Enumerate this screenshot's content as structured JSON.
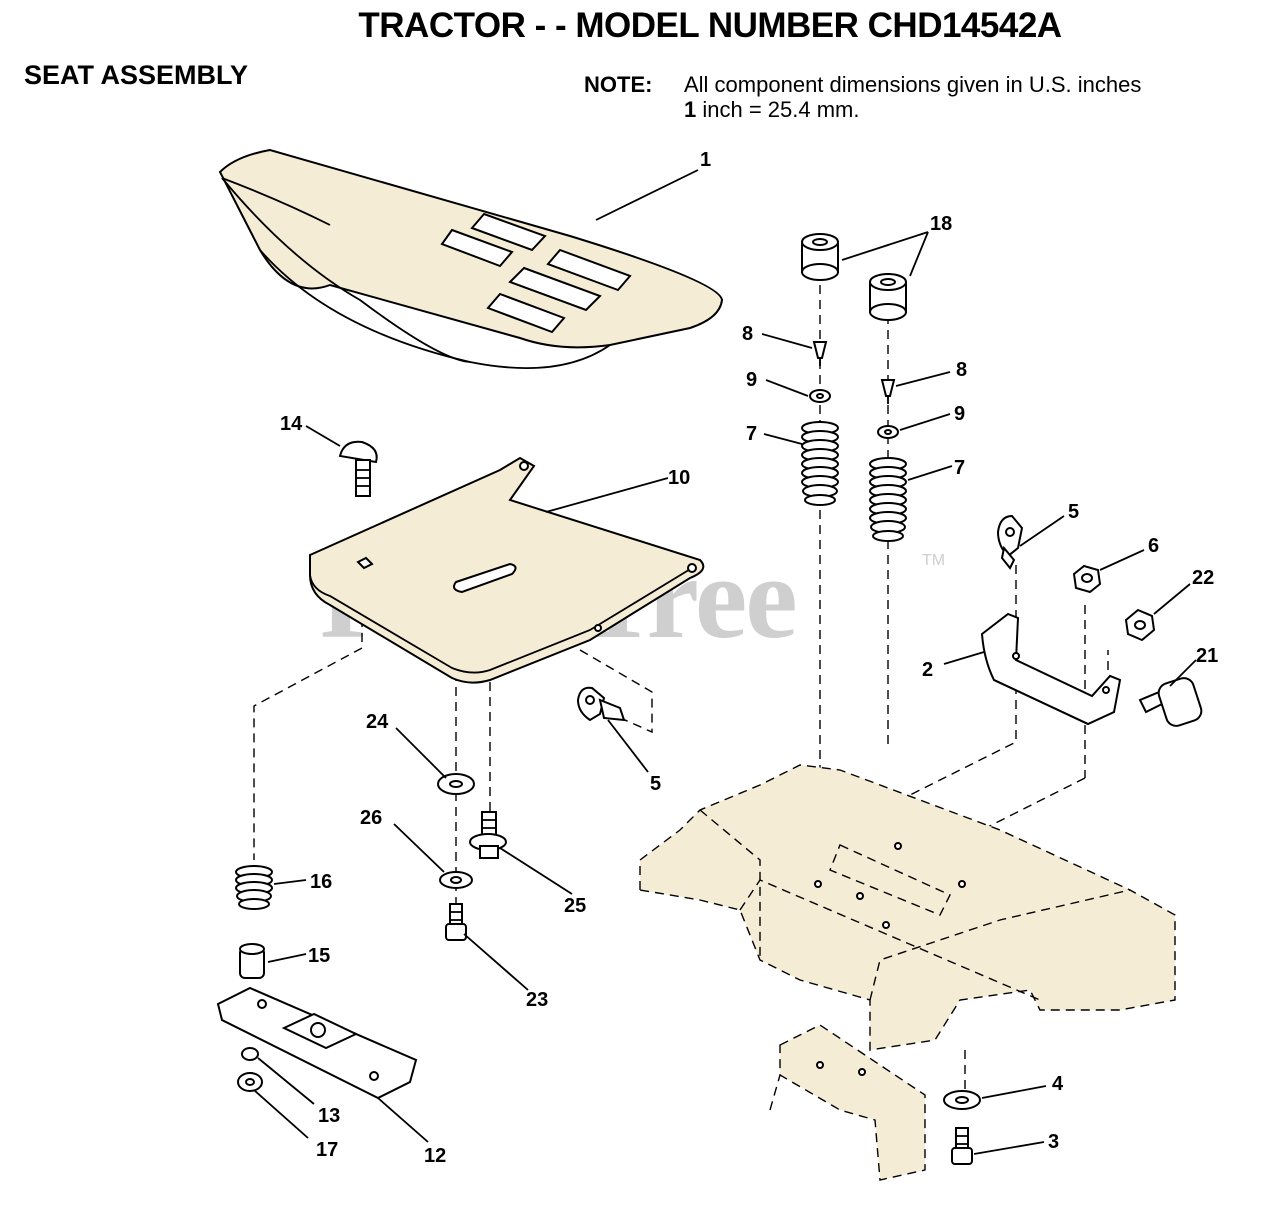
{
  "header": {
    "title": "TRACTOR - - MODEL NUMBER CHD14542A",
    "section": "SEAT ASSEMBLY"
  },
  "note": {
    "label": "NOTE:",
    "line1": "All component dimensions given in U.S. inches",
    "line2_bold": "1",
    "line2_rest": " inch = 25.4 mm."
  },
  "watermark": {
    "text": "PartsTree",
    "mark": "TM"
  },
  "callouts": {
    "c1": "1",
    "c2": "2",
    "c3": "3",
    "c4": "4",
    "c5a": "5",
    "c5b": "5",
    "c6": "6",
    "c7a": "7",
    "c7b": "7",
    "c8a": "8",
    "c8b": "8",
    "c9a": "9",
    "c9b": "9",
    "c10": "10",
    "c12": "12",
    "c13": "13",
    "c14": "14",
    "c15": "15",
    "c16": "16",
    "c17": "17",
    "c18": "18",
    "c21": "21",
    "c22": "22",
    "c23": "23",
    "c24": "24",
    "c25": "25",
    "c26": "26"
  }
}
